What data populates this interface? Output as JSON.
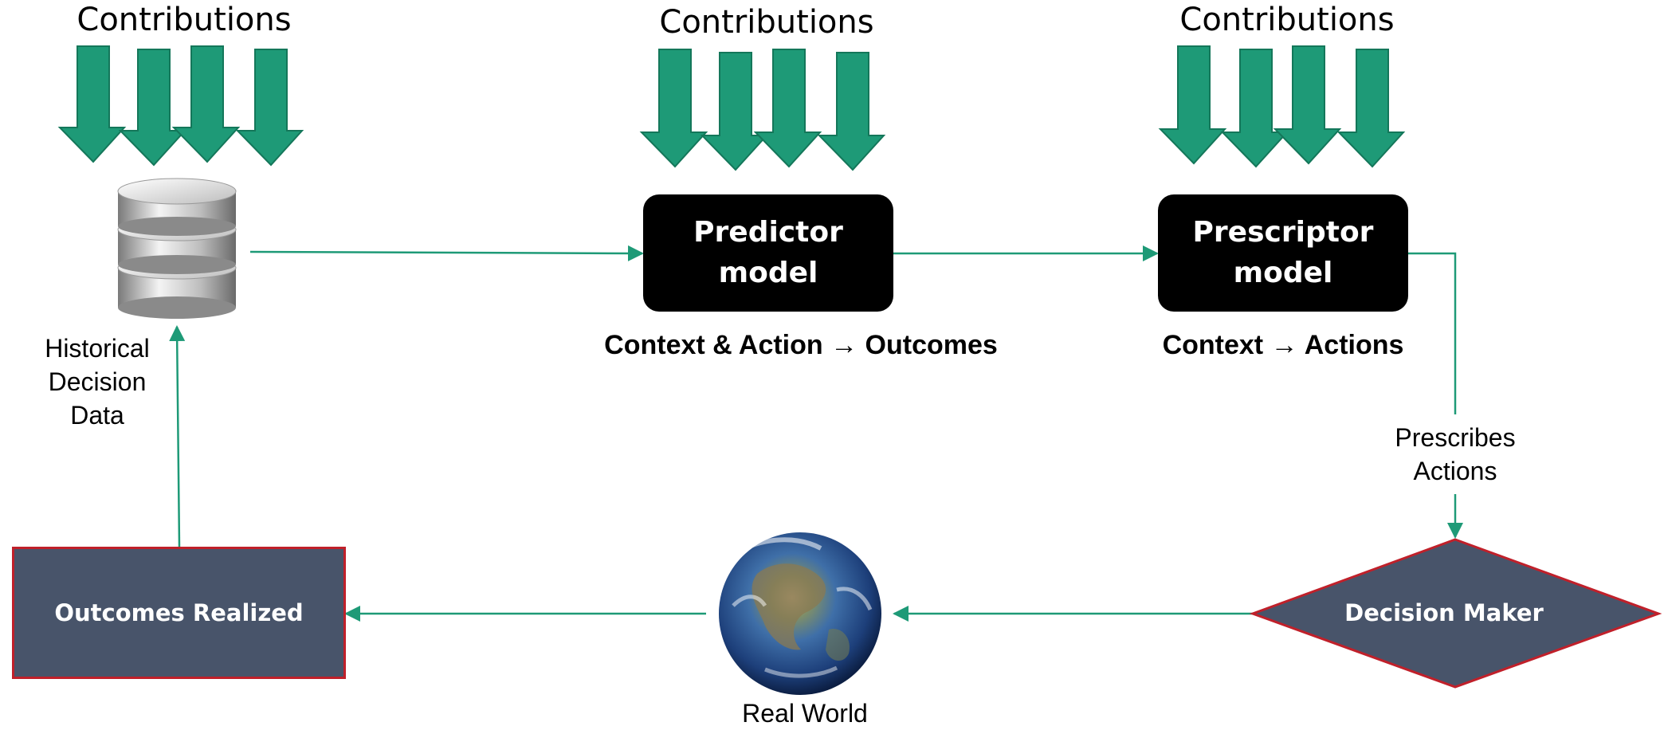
{
  "contributions": {
    "left_label": "Contributions",
    "middle_label": "Contributions",
    "right_label": "Contributions"
  },
  "database": {
    "caption": "Historical Decision Data",
    "caption_lines": [
      "Historical",
      "Decision",
      "Data"
    ]
  },
  "predictor": {
    "title": "Predictor model",
    "subtitle": "Context & Action → Outcomes"
  },
  "prescriptor": {
    "title_lines": [
      "Prescriptor",
      "model"
    ],
    "subtitle": "Context → Actions"
  },
  "prescribes": {
    "lines": [
      "Prescribes",
      "Actions"
    ]
  },
  "decision_maker": {
    "label": "Decision Maker"
  },
  "real_world": {
    "label": "Real World"
  },
  "outcomes": {
    "label": "Outcomes Realized"
  },
  "colors": {
    "arrow_green": "#1e9a77",
    "arrow_outline": "#14775a",
    "node_fill": "#48546a",
    "node_border": "#c0202a",
    "model_fill": "#000000"
  }
}
